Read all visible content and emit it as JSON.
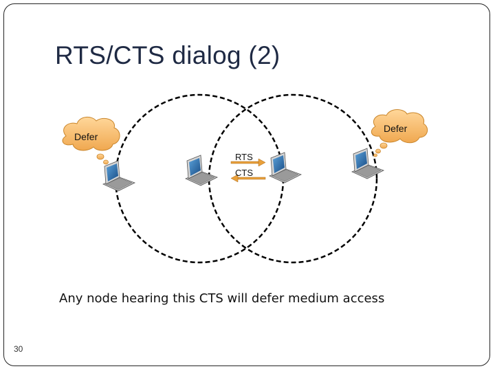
{
  "slide": {
    "title": "RTS/CTS dialog (2)",
    "caption": "Any node hearing this CTS will defer medium access",
    "page_number": "30"
  },
  "diagram": {
    "left_bubble_label": "Defer",
    "right_bubble_label": "Defer",
    "rts_label": "RTS",
    "cts_label": "CTS",
    "colors": {
      "bubble_fill": "#f5c27a",
      "bubble_stroke": "#c9852a",
      "rts_arrow": "#e9a03a",
      "cts_arrow": "#e9a03a",
      "screen": "#1e6aa8"
    },
    "nodes": [
      "laptop-icon",
      "laptop-icon",
      "laptop-icon",
      "laptop-icon"
    ]
  }
}
